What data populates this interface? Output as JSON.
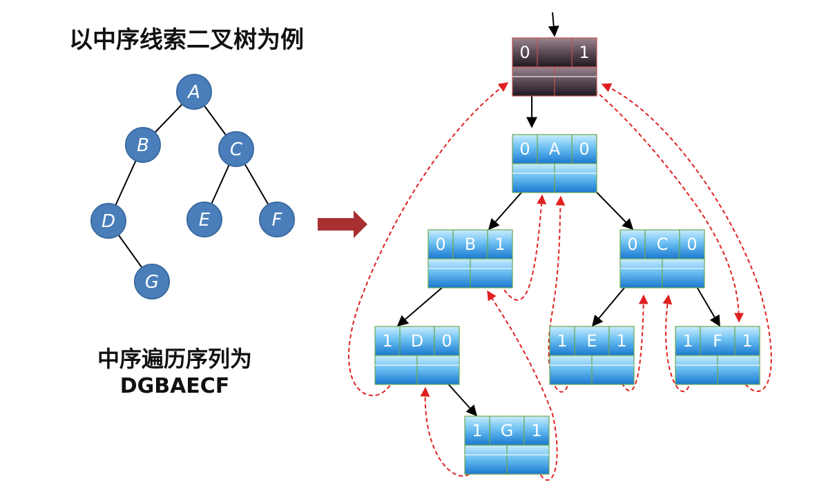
{
  "title": "以中序线索二叉树为例",
  "caption": {
    "line1": "中序遍历序列为",
    "line2": "DGBAECF"
  },
  "tree": {
    "nodes": [
      {
        "id": "A",
        "label": "A"
      },
      {
        "id": "B",
        "label": "B"
      },
      {
        "id": "C",
        "label": "C"
      },
      {
        "id": "D",
        "label": "D"
      },
      {
        "id": "E",
        "label": "E"
      },
      {
        "id": "F",
        "label": "F"
      },
      {
        "id": "G",
        "label": "G"
      }
    ],
    "edges": [
      [
        "A",
        "B"
      ],
      [
        "A",
        "C"
      ],
      [
        "B",
        "D"
      ],
      [
        "C",
        "E"
      ],
      [
        "C",
        "F"
      ],
      [
        "D",
        "G"
      ]
    ]
  },
  "threaded": {
    "head": {
      "ltag": "0",
      "data": "",
      "rtag": "1"
    },
    "nodes": [
      {
        "id": "A",
        "ltag": "0",
        "data": "A",
        "rtag": "0"
      },
      {
        "id": "B",
        "ltag": "0",
        "data": "B",
        "rtag": "1"
      },
      {
        "id": "C",
        "ltag": "0",
        "data": "C",
        "rtag": "0"
      },
      {
        "id": "D",
        "ltag": "1",
        "data": "D",
        "rtag": "0"
      },
      {
        "id": "E",
        "ltag": "1",
        "data": "E",
        "rtag": "1"
      },
      {
        "id": "F",
        "ltag": "1",
        "data": "F",
        "rtag": "1"
      },
      {
        "id": "G",
        "ltag": "1",
        "data": "G",
        "rtag": "1"
      }
    ]
  },
  "colors": {
    "tree_node_fill": "#4a7ebb",
    "tree_node_stroke": "#3a6aa0",
    "cell_top": "#8ed1f6",
    "cell_bottom": "#1b7fd6",
    "cell_border": "#6aa84f",
    "head_top": "#7a6370",
    "head_bottom": "#2b2530",
    "head_border": "#c0504d",
    "thread_line": "#e02020",
    "arrow_fill": "#a83030"
  }
}
